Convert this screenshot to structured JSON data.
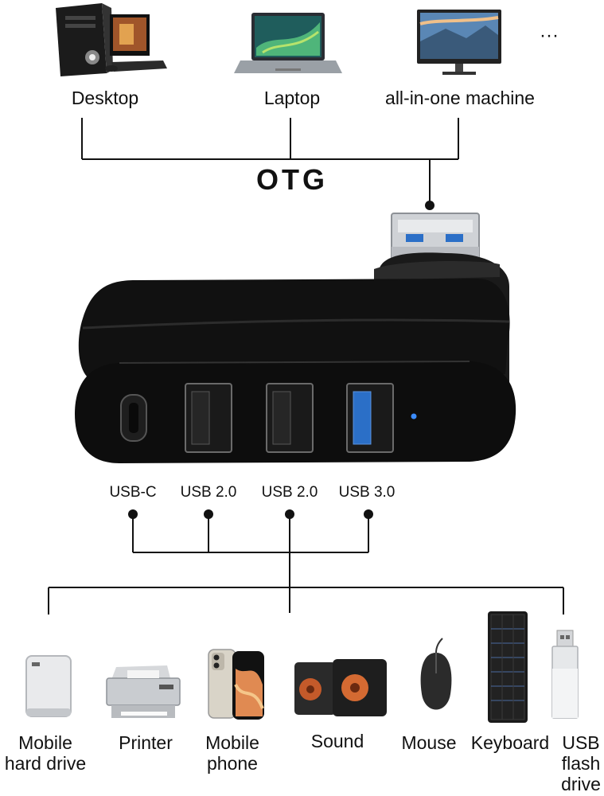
{
  "hosts": {
    "desktop": "Desktop",
    "laptop": "Laptop",
    "all_in_one": "all-in-one machine",
    "more": "···"
  },
  "otg_label": "OTG",
  "ports": [
    "USB-C",
    "USB 2.0",
    "USB 2.0",
    "USB 3.0"
  ],
  "devices": {
    "hard_drive": [
      "Mobile",
      "hard drive"
    ],
    "printer": [
      "Printer"
    ],
    "phone": [
      "Mobile",
      "phone"
    ],
    "sound": [
      "Sound"
    ],
    "mouse": [
      "Mouse"
    ],
    "keyboard": [
      "Keyboard"
    ],
    "usb_flash": [
      "USB",
      "flash",
      "drive"
    ]
  },
  "colors": {
    "hub_body": "#0d0d0d",
    "usb3_blue": "#2b6fc7",
    "line": "#111111",
    "led": "#3b8cff"
  }
}
